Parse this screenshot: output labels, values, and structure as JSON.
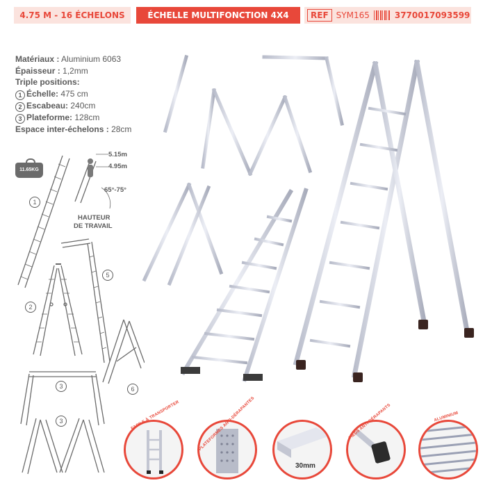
{
  "header": {
    "size": "4.75 M - 16 ÉCHELONS",
    "title": "ÉCHELLE MULTIFONCTION 4X4",
    "ref_tag": "REF",
    "ref_code": "SYM165",
    "ean": "3770017093599"
  },
  "specs": {
    "material_label": "Matériaux :",
    "material_value": "Aluminium 6063",
    "thickness_label": "Épaisseur :",
    "thickness_value": "1,2mm",
    "positions_label": "Triple positions:",
    "positions": [
      {
        "num": "1",
        "label": "Échelle:",
        "value": "475 cm"
      },
      {
        "num": "2",
        "label": "Escabeau:",
        "value": "240cm"
      },
      {
        "num": "3",
        "label": "Plateforme:",
        "value": "128cm"
      }
    ],
    "spacing_label": "Espace inter-échelons :",
    "spacing_value": "28cm"
  },
  "diagram": {
    "weight": "11.65KG",
    "height_max": "5.15m",
    "height_work": "4.95m",
    "angle": "65°-75°",
    "work_height_line1": "HAUTEUR",
    "work_height_line2": "DE TRAVAIL",
    "position_numbers": [
      "1",
      "2",
      "3",
      "3",
      "5",
      "6"
    ]
  },
  "features": [
    {
      "label": "FACILE À TRANSPORTER",
      "icon": "folded-ladder-icon"
    },
    {
      "label": "PLATEFORMES ANTI-DÉRAPANTES",
      "icon": "perforated-platform-icon"
    },
    {
      "label": "30mm",
      "icon": "rung-profile-icon"
    },
    {
      "label": "PIEDS ANTI-DÉRAPANTS",
      "icon": "rubber-foot-icon"
    },
    {
      "label": "ALUMINIUM",
      "icon": "aluminium-profile-icon"
    }
  ],
  "colors": {
    "accent": "#e8483a",
    "accent_light": "#fbe3de",
    "text": "#5a5a5a",
    "aluminium": "#c9ccd8"
  }
}
